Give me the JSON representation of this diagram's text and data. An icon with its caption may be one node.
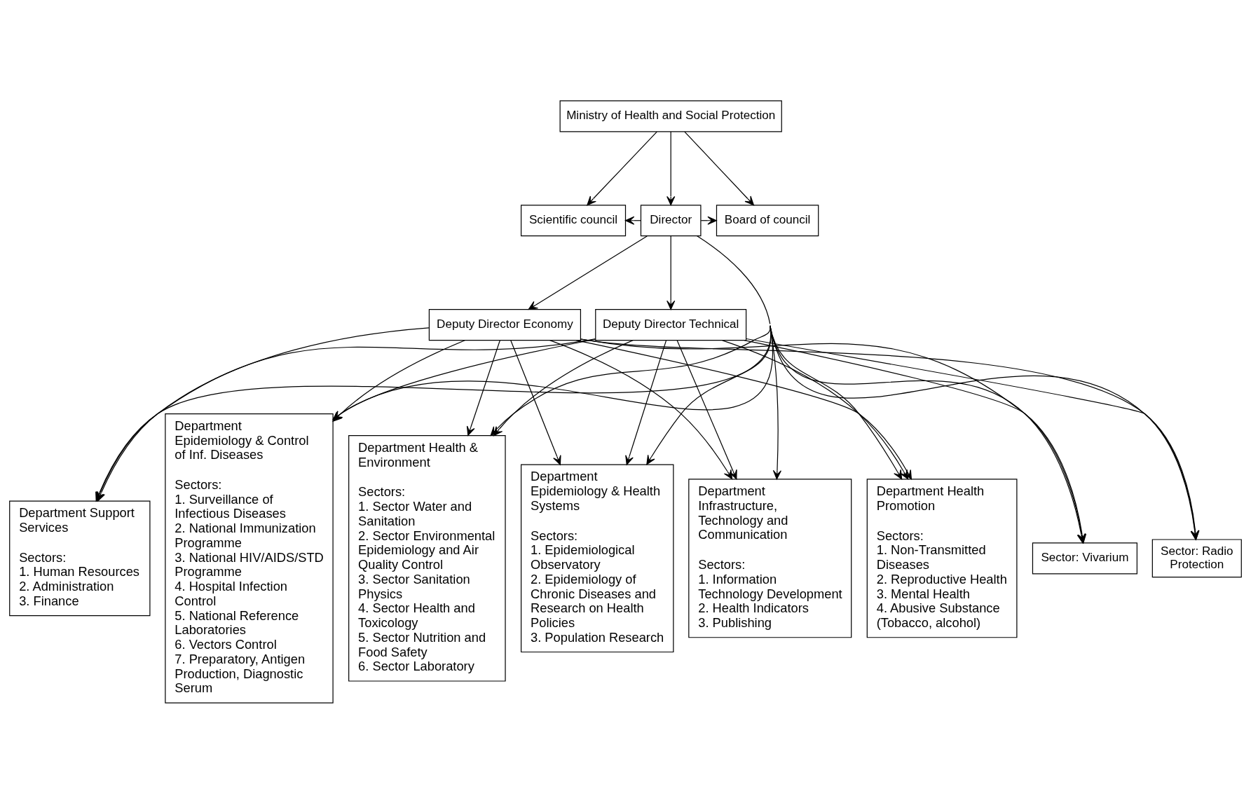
{
  "diagram": {
    "nodes": [
      {
        "text": [
          "Ministry of Health and Social Protection"
        ]
      },
      {
        "text": [
          "Scientific council"
        ]
      },
      {
        "text": [
          "Director"
        ]
      },
      {
        "text": [
          "Board of council"
        ]
      },
      {
        "text": [
          "Deputy Director Economy"
        ]
      },
      {
        "text": [
          "Deputy Director Technical"
        ]
      },
      {
        "text": [
          "Department Support Services",
          "Sectors:",
          "1. Human Resources",
          "2. Administration",
          "3. Finance"
        ]
      },
      {
        "text": [
          "Department Epidemiology & Control of Inf. Diseases",
          "Sectors:",
          "1. Surveillance of Infectious Diseases",
          "2. National Immunization Programme",
          "3. National HIV/AIDS/STD Programme",
          "4. Hospital Infection Control",
          "5. National Reference Laboratories",
          "6. Vectors Control",
          "7. Preparatory, Antigen Production, Diagnostic Serum"
        ]
      },
      {
        "text": [
          "Department Health & Environment",
          "Sectors:",
          "1. Sector Water and Sanitation",
          "2. Sector Environmental Epidemiology and Air Quality Control",
          "3. Sector Sanitation Physics",
          "4. Sector Health and Toxicology",
          "5. Sector Nutrition and Food Safety",
          "6. Sector Laboratory"
        ]
      },
      {
        "text": [
          "Department Epidemiology & Health Systems",
          "Sectors:",
          "1. Epidemiological Observatory",
          "2. Epidemiology of Chronic Diseases and Research on Health Policies",
          "3. Population Research"
        ]
      },
      {
        "text": [
          "Department Infrastructure, Technology and Communication",
          "Sectors:",
          "1. Information Technology Development",
          "2. Health Indicators",
          "3. Publishing"
        ]
      },
      {
        "text": [
          "Department Health Promotion",
          "Sectors:",
          "1. Non-Transmitted Diseases",
          "2. Reproductive Health",
          "3. Mental Health",
          "4. Abusive Substance (Tobacco, alcohol)"
        ]
      },
      {
        "text": [
          "Sector: Vivarium"
        ]
      },
      {
        "text": [
          "Sector: Radio Protection"
        ]
      }
    ],
    "edges": [
      {
        "from": 0,
        "to": 1,
        "arrow": "to"
      },
      {
        "from": 0,
        "to": 2,
        "arrow": "to"
      },
      {
        "from": 0,
        "to": 3,
        "arrow": "to"
      },
      {
        "from": 2,
        "to": 1,
        "arrow": "to"
      },
      {
        "from": 2,
        "to": 3,
        "arrow": "to"
      },
      {
        "from": 2,
        "to": 4,
        "arrow": "to"
      },
      {
        "from": 2,
        "to": 5,
        "arrow": "to"
      },
      {
        "from": 2,
        "to": 6,
        "arrow": "to"
      },
      {
        "from": 2,
        "to": 7,
        "arrow": "to"
      },
      {
        "from": 2,
        "to": 8,
        "arrow": "to"
      },
      {
        "from": 2,
        "to": 9,
        "arrow": "to"
      },
      {
        "from": 2,
        "to": 10,
        "arrow": "to"
      },
      {
        "from": 2,
        "to": 11,
        "arrow": "to"
      },
      {
        "from": 2,
        "to": 12,
        "arrow": "to"
      },
      {
        "from": 2,
        "to": 13,
        "arrow": "to"
      },
      {
        "from": 4,
        "to": 6,
        "arrow": "to"
      },
      {
        "from": 4,
        "to": 7,
        "arrow": "to"
      },
      {
        "from": 4,
        "to": 8,
        "arrow": "to"
      },
      {
        "from": 4,
        "to": 9,
        "arrow": "to"
      },
      {
        "from": 4,
        "to": 10,
        "arrow": "to"
      },
      {
        "from": 4,
        "to": 11,
        "arrow": "to"
      },
      {
        "from": 4,
        "to": 12,
        "arrow": "to"
      },
      {
        "from": 4,
        "to": 13,
        "arrow": "to"
      },
      {
        "from": 5,
        "to": 6,
        "arrow": "to"
      },
      {
        "from": 5,
        "to": 7,
        "arrow": "to"
      },
      {
        "from": 5,
        "to": 8,
        "arrow": "to"
      },
      {
        "from": 5,
        "to": 9,
        "arrow": "to"
      },
      {
        "from": 5,
        "to": 10,
        "arrow": "to"
      },
      {
        "from": 5,
        "to": 11,
        "arrow": "to"
      },
      {
        "from": 5,
        "to": 12,
        "arrow": "to"
      },
      {
        "from": 5,
        "to": 13,
        "arrow": "to"
      }
    ]
  }
}
